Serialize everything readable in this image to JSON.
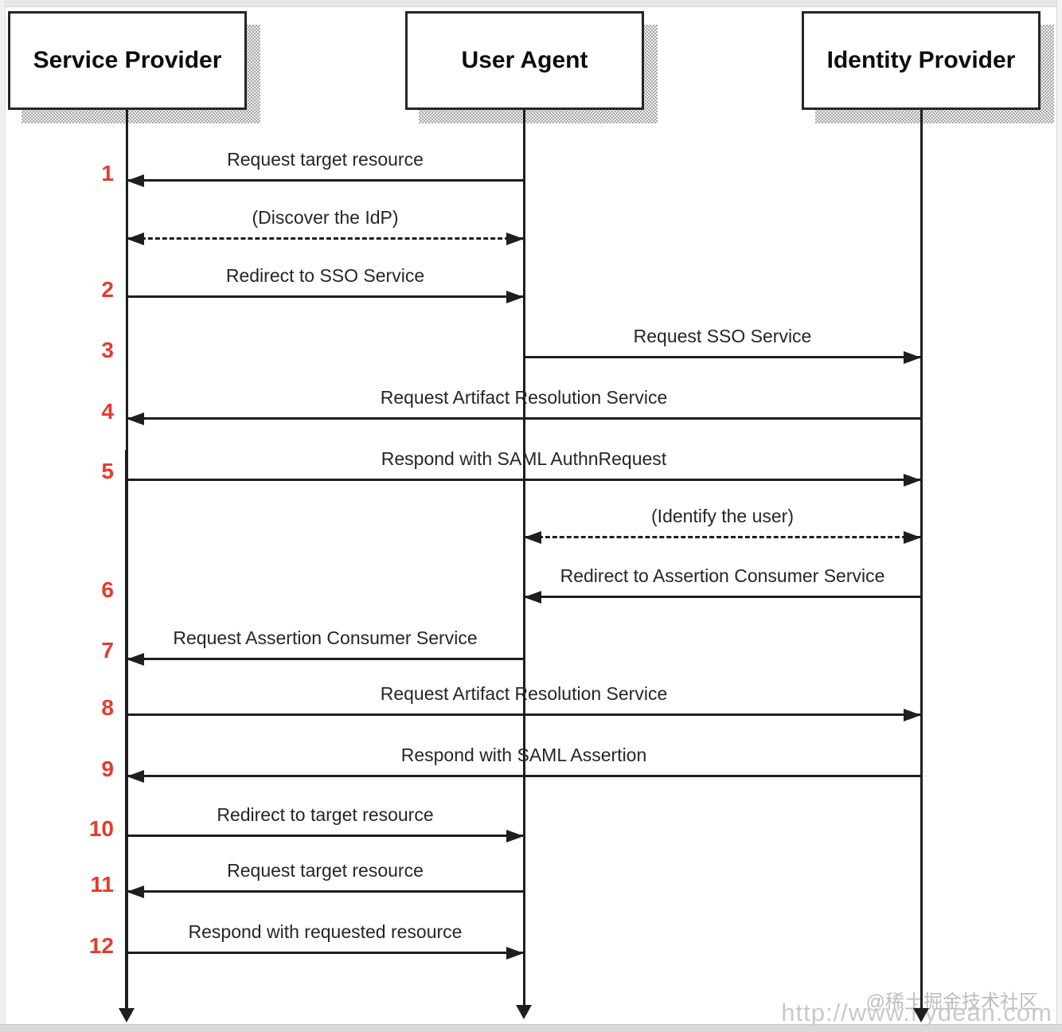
{
  "actors": [
    {
      "label": "Service Provider"
    },
    {
      "label": "User Agent"
    },
    {
      "label": "Identity Provider"
    }
  ],
  "messages": [
    {
      "num": "1",
      "label": "Request target resource"
    },
    {
      "num": "",
      "label": "(Discover the IdP)"
    },
    {
      "num": "2",
      "label": "Redirect to SSO Service"
    },
    {
      "num": "3",
      "label": "Request SSO Service"
    },
    {
      "num": "4",
      "label": "Request Artifact Resolution Service"
    },
    {
      "num": "5",
      "label": "Respond with SAML AuthnRequest"
    },
    {
      "num": "",
      "label": "(Identify the user)"
    },
    {
      "num": "6",
      "label": "Redirect to Assertion Consumer Service"
    },
    {
      "num": "7",
      "label": "Request Assertion Consumer Service"
    },
    {
      "num": "8",
      "label": "Request Artifact Resolution Service"
    },
    {
      "num": "9",
      "label": "Respond with SAML Assertion"
    },
    {
      "num": "10",
      "label": "Redirect to target resource"
    },
    {
      "num": "11",
      "label": "Request target resource"
    },
    {
      "num": "12",
      "label": "Respond with requested resource"
    }
  ],
  "watermark": {
    "community": "@稀土掘金技术社区",
    "url": "http://www.flydean.com"
  },
  "colors": {
    "step_number": "#e63b2c",
    "line": "#1e1e1e",
    "watermark": "#c4c4c4"
  }
}
